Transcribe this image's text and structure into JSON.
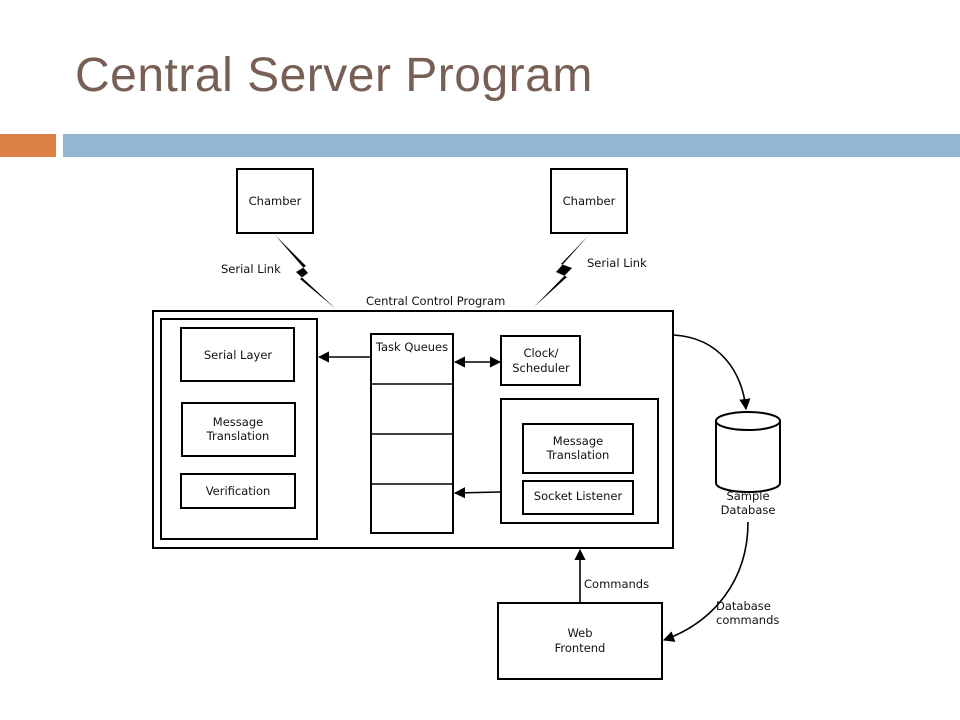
{
  "title": "Central Server Program",
  "colors": {
    "title": "#775f55",
    "accent_orange": "#dd8047",
    "accent_blue": "#94b6d2"
  },
  "diagram": {
    "chamber_left": "Chamber",
    "chamber_right": "Chamber",
    "serial_link_left": "Serial Link",
    "serial_link_right": "Serial Link",
    "central_control_program": "Central Control Program",
    "serial_layer": "Serial Layer",
    "message_translation_left": [
      "Message",
      "Translation"
    ],
    "verification": "Verification",
    "task_queues": "Task Queues",
    "clock_scheduler": [
      "Clock/",
      "Scheduler"
    ],
    "message_translation_right": [
      "Message",
      "Translation"
    ],
    "socket_listener": "Socket Listener",
    "sample_database": [
      "Sample",
      "Database"
    ],
    "commands": "Commands",
    "database_commands": [
      "Database",
      "commands"
    ],
    "web_frontend": [
      "Web",
      "Frontend"
    ]
  }
}
